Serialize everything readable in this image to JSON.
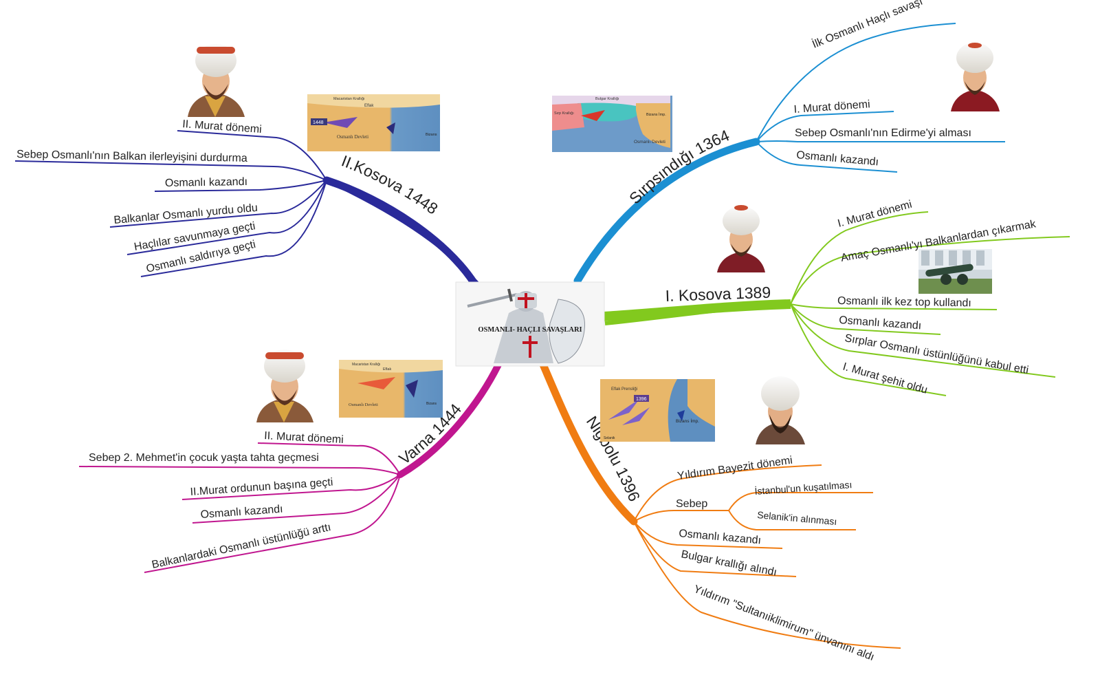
{
  "center": {
    "title": "OSMANLI- HAÇLI SAVAŞLARI"
  },
  "colors": {
    "kosova2": "#2a2a9a",
    "sirpsindigi": "#1b8fd2",
    "kosova1": "#82c91e",
    "varna": "#c0168f",
    "nigbolu": "#f07c12"
  },
  "branches": {
    "kosova2": {
      "label": "II.Kosova 1448",
      "items": [
        "II. Murat dönemi",
        "Sebep Osmanlı'nın Balkan ilerleyişini durdurma",
        "Osmanlı kazandı",
        "Balkanlar Osmanlı yurdu oldu",
        "Haçlılar savunmaya geçti",
        "Osmanlı saldırıya geçti"
      ],
      "map_labels": [
        "Macaristan Krallığı",
        "Eflak",
        "1448",
        "Osmanlı Devleti",
        "Bizans"
      ]
    },
    "sirpsindigi": {
      "label": "Sırpsındığı 1364",
      "items": [
        "İlk Osmanlı Haçlı savaşı",
        "I. Murat dönemi",
        "Sebep Osmanlı'nın Edirme'yi alması",
        "Osmanlı kazandı"
      ],
      "map_labels": [
        "Bulgar Krallığı",
        "Sırp Krallığı",
        "Bizans İmp.",
        "Osmanlı Devleti"
      ]
    },
    "kosova1": {
      "label": "I. Kosova 1389",
      "items": [
        "I. Murat dönemi",
        "Amaç Osmanlı'yı Balkanlardan çıkarmak",
        "Osmanlı ilk kez top kullandı",
        "Osmanlı kazandı",
        "Sırplar Osmanlı üstünlüğünü kabul etti",
        "I. Murat şehit oldu"
      ]
    },
    "varna": {
      "label": "Varna 1444",
      "items": [
        "II. Murat dönemi",
        "Sebep 2. Mehmet'in çocuk yaşta tahta geçmesi",
        "II.Murat ordunun başına geçti",
        "Osmanlı kazandı",
        "Balkanlardaki Osmanlı üstünlüğü arttı"
      ],
      "map_labels": [
        "Macaristan Krallığı",
        "Eflak",
        "Osmanlı Devleti",
        "Bizans"
      ]
    },
    "nigbolu": {
      "label": "Niğbolu 1396",
      "items": [
        "Yıldırım Bayezit dönemi",
        "Sebep",
        "Osmanlı kazandı",
        "Bulgar krallığı alındı",
        "Yıldırım \"Sultanıiklimirum\" ünvanını aldı"
      ],
      "sub_items": [
        "İstanbul'un kuşatılması",
        "Selanik'in alınması"
      ],
      "map_labels": [
        "Eflak Prensliği",
        "1396",
        "Bizans İmp.",
        "Selanik"
      ]
    }
  }
}
